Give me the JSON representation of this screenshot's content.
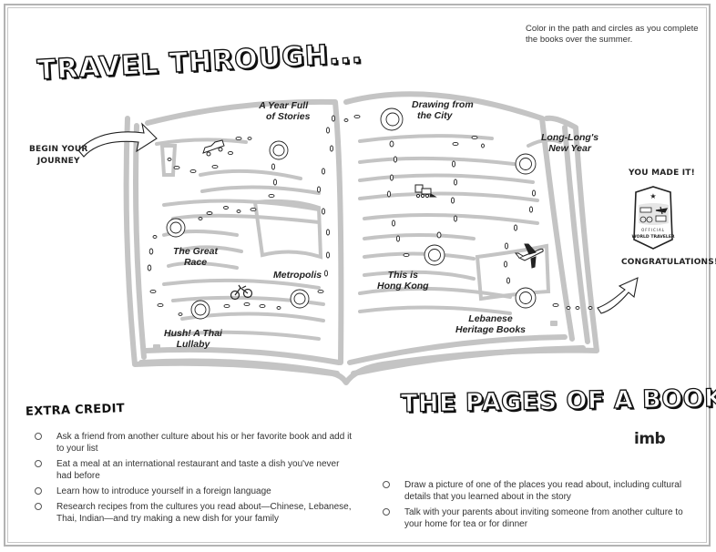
{
  "page": {
    "instructions": "Color in the path and circles as you complete the books over the summer.",
    "title_top": "TRAVEL THROUGH...",
    "title_bottom": "THE PAGES OF A BOOK",
    "logo": "imb"
  },
  "journey": {
    "start_label_line1": "BEGIN YOUR",
    "start_label_line2": "JOURNEY",
    "end_heading": "YOU MADE IT!",
    "end_message": "CONGRATULATIONS!!",
    "badge": {
      "line1": "OFFICIAL",
      "line2": "WORLD TRAVELER",
      "icons": [
        "star-icon",
        "car-icon",
        "plane-icon",
        "bicycle-icon",
        "train-icon"
      ]
    }
  },
  "books": [
    {
      "title_line1": "A Year Full",
      "title_line2": "of Stories"
    },
    {
      "title_line1": "The Great",
      "title_line2": "Race"
    },
    {
      "title_line1": "Metropolis",
      "title_line2": ""
    },
    {
      "title_line1": "Hush! A Thai",
      "title_line2": "Lullaby"
    },
    {
      "title_line1": "Drawing from",
      "title_line2": "the City"
    },
    {
      "title_line1": "Long-Long's",
      "title_line2": "New Year"
    },
    {
      "title_line1": "This is",
      "title_line2": "Hong Kong"
    },
    {
      "title_line1": "Lebanese",
      "title_line2": "Heritage Books"
    }
  ],
  "path_icons": [
    "car-icon",
    "bicycle-icon",
    "train-icon",
    "airplane-icon"
  ],
  "extra_credit": {
    "heading": "EXTRA CREDIT",
    "items_left": [
      "Ask a friend from another culture about his or her favorite book and add it to your list",
      "Eat a meal at an international restaurant and taste a dish you've never had before",
      "Learn how to introduce yourself in a foreign language",
      "Research recipes from the cultures you read about—Chinese, Lebanese, Thai, Indian—and try making a new dish for your family"
    ],
    "items_right": [
      "Draw a picture of one of the places you read about, including cultural details that you learned about in the story",
      "Talk with your parents about inviting someone from another culture to your home for tea or for dinner"
    ]
  },
  "colors": {
    "book_outline": "#c4c4c4",
    "ink": "#222222",
    "border": "#b3b3b3"
  }
}
